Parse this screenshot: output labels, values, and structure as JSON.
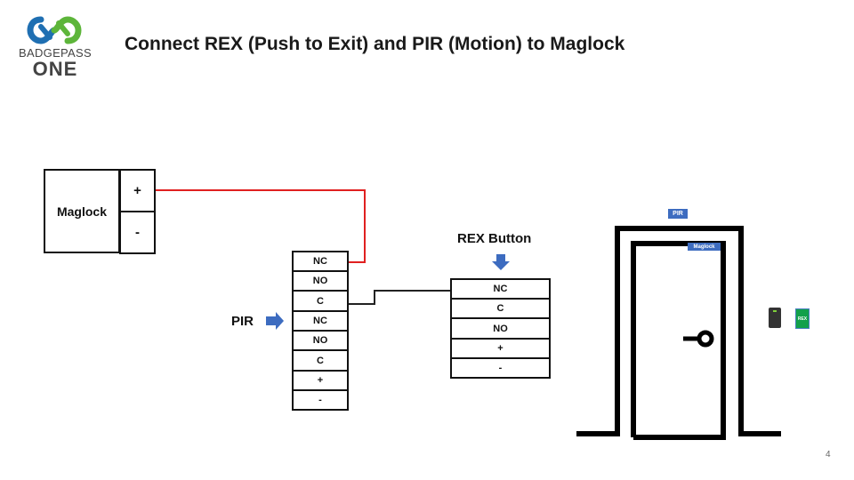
{
  "brand": {
    "logo_line1": "BADGEPASS",
    "logo_line2": "ONE",
    "colors": {
      "blue": "#1f6fb2",
      "green": "#5db53a"
    }
  },
  "header": {
    "title": "Connect REX (Push to Exit) and PIR (Motion) to Maglock"
  },
  "maglock": {
    "label": "Maglock",
    "terminals": [
      "+",
      "-"
    ]
  },
  "pir": {
    "label": "PIR",
    "terminals": [
      "NC",
      "NO",
      "C",
      "NC",
      "NO",
      "C",
      "+",
      "-"
    ]
  },
  "rex": {
    "label": "REX Button",
    "terminals": [
      "NC",
      "C",
      "NO",
      "+",
      "-"
    ]
  },
  "door_illustration": {
    "pir_tag": "PIR",
    "maglock_tag": "Maglock",
    "rex_tag": "REX"
  },
  "wires": {
    "power_color": "#e02020",
    "signal_color": "#222222"
  },
  "footer": {
    "page_number": "4"
  }
}
